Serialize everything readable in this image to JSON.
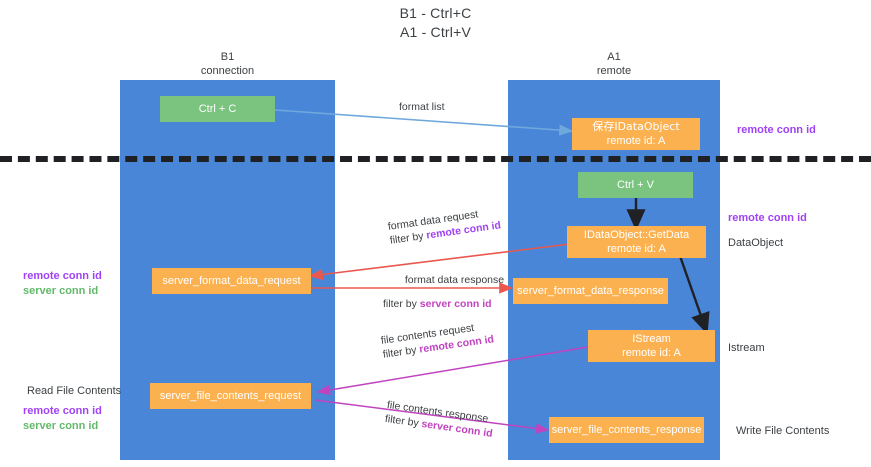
{
  "title": {
    "line1": "B1 - Ctrl+C",
    "line2": "A1 - Ctrl+V"
  },
  "columns": [
    {
      "name": "B1",
      "role": "connection"
    },
    {
      "name": "A1",
      "role": "remote"
    }
  ],
  "colors": {
    "lane": "#4a86d8",
    "node_orange": "#fcb151",
    "node_green": "#7bc47f",
    "remote_conn_id": "#a142f4",
    "server_conn_id": "#63b96a",
    "arrow_blue": "#6fa8dc",
    "arrow_red": "#e8584f",
    "arrow_magenta": "#c043c0",
    "arrow_black": "#202124",
    "divider": "#202124"
  },
  "nodes": {
    "ctrl_c": {
      "label": "Ctrl + C"
    },
    "ctrl_v": {
      "label": "Ctrl + V"
    },
    "data_object": {
      "line1": "保存IDataObject",
      "line2": "remote id: A"
    },
    "get_data": {
      "line1": "IDataObject::GetData",
      "line2": "remote id: A"
    },
    "istream": {
      "line1": "IStream",
      "line2": "remote id: A"
    },
    "server_format_data_request": {
      "label": "server_format_data_request"
    },
    "server_format_data_response": {
      "label": "server_format_data_response"
    },
    "server_file_contents_request": {
      "label": "server_file_contents_request"
    },
    "server_file_contents_response": {
      "label": "server_file_contents_response"
    }
  },
  "edges": {
    "format_list": {
      "label": "format list"
    },
    "format_data_request": {
      "label": "format data request",
      "filter_prefix": "filter by ",
      "filter_key": "remote conn id"
    },
    "format_data_response": {
      "label": "format data response",
      "filter_prefix": "filter by ",
      "filter_key": "server conn id"
    },
    "file_contents_request": {
      "label": "file contents request",
      "filter_prefix": "filter by ",
      "filter_key": "remote conn id"
    },
    "file_contents_response": {
      "label": "file contents response",
      "filter_prefix": "filter by ",
      "filter_key": "server conn id"
    }
  },
  "annotations": {
    "right_remote_conn_id_top": "remote conn id",
    "right_remote_conn_id_mid": "remote conn id",
    "right_data_object": "DataObject",
    "right_istream": "Istream",
    "right_write_file_contents": "Write File Contents",
    "left_remote_conn_id": "remote conn id",
    "left_server_conn_id": "server conn id",
    "left_read_file_contents": "Read File Contents",
    "left_remote_conn_id_2": "remote conn id",
    "left_server_conn_id_2": "server conn id"
  }
}
